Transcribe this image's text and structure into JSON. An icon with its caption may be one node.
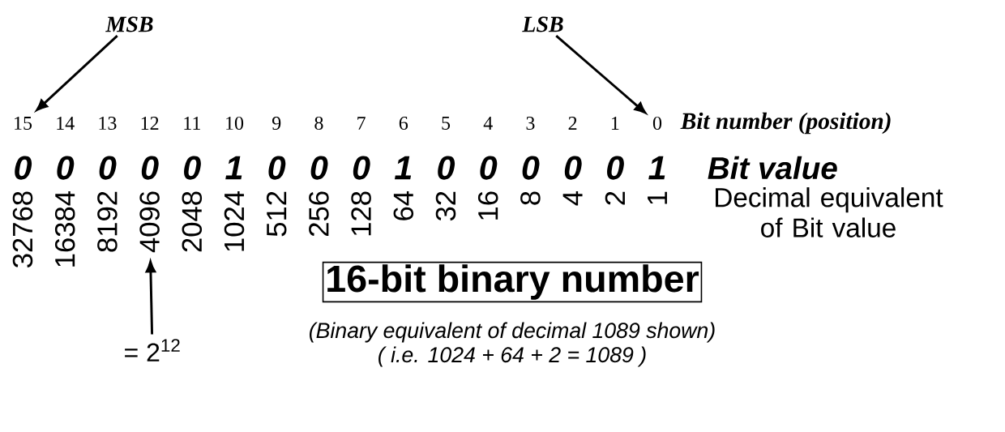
{
  "diagram": {
    "nodes": [
      {
        "text": [
          "MSB"
        ]
      },
      {
        "text": [
          "LSB"
        ]
      },
      {
        "text": [
          "15"
        ]
      },
      {
        "text": [
          "0"
        ]
      },
      {
        "text": [
          "4096"
        ]
      },
      {
        "text": [
          "16-bit binary number"
        ]
      },
      {
        "text": [
          "= 2$^{12}$"
        ]
      }
    ],
    "edges": [
      {
        "from": 0,
        "to": 2,
        "arrow": "to"
      },
      {
        "from": 1,
        "to": 3,
        "arrow": "to"
      },
      {
        "from": 6,
        "to": 4,
        "arrow": "to"
      }
    ],
    "labels": [
      "14",
      "13",
      "12",
      "11",
      "10",
      "9",
      "8",
      "7",
      "6",
      "5",
      "4",
      "3",
      "2",
      "1",
      "Bit number (position)",
      "0",
      "0",
      "0",
      "0",
      "0",
      "1",
      "0",
      "0",
      "0",
      "1",
      "0",
      "0",
      "0",
      "0",
      "0",
      "1",
      "Bit value",
      "32768",
      "16384",
      "8192",
      "2048",
      "1024",
      "512",
      "256",
      "128",
      "64",
      "32",
      "16",
      "8",
      "4",
      "2",
      "1",
      "Decimal equivalent of Bit value",
      "(Binary equivalent of decimal 1089 shown)",
      "( i.e. 1024 + 64 + 2 = 1089 )"
    ]
  }
}
